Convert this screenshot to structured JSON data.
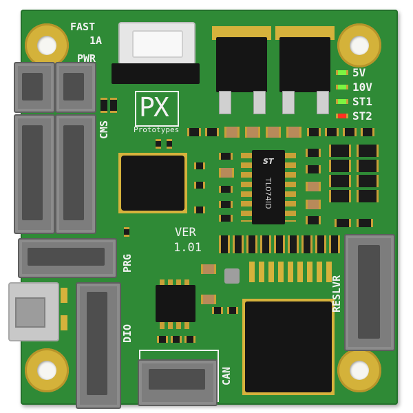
{
  "silkscreen": {
    "fast": "FAST",
    "amps": "1A",
    "pwr": "PWR",
    "cms": "CMS",
    "logo": "PX",
    "logo_sub": "Prototypes",
    "ver": "VER",
    "ver_num": "1.01",
    "prg": "PRG",
    "dio": "DIO",
    "can": "CAN",
    "reslvr": "RESLVR"
  },
  "leds": [
    {
      "label": "5V",
      "color": "#7cf542"
    },
    {
      "label": "10V",
      "color": "#7cf542"
    },
    {
      "label": "ST1",
      "color": "#7cf542"
    },
    {
      "label": "ST2",
      "color": "#ff3020"
    }
  ],
  "ic": {
    "tl074": {
      "brand": "ST",
      "marking": "TL074ID"
    }
  },
  "colors": {
    "pcb": "#2f8a36",
    "silk": "#f2f2f2",
    "gold": "#d4b23a",
    "connector": "#7d7d7d"
  }
}
